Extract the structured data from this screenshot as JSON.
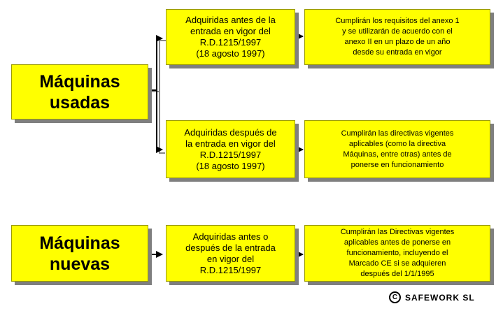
{
  "used": {
    "title": "Máquinas\nusadas",
    "before": "Adquiridas antes de la\nentrada en vigor del\nR.D.1215/1997\n(18 agosto 1997)",
    "before_result": "Cumplirán los requisitos del anexo 1\ny se utilizarán de acuerdo con el\nanexo II en un plazo de un año\ndesde su entrada en vigor",
    "after": "Adquiridas después de\nla entrada en vigor del\nR.D.1215/1997\n(18 agosto 1997)",
    "after_result": "Cumplirán las directivas vigentes\naplicables (como la directiva\nMáquinas, entre otras) antes de\nponerse en funcionamiento"
  },
  "new": {
    "title": "Máquinas\nnuevas",
    "acquired": "Adquiridas antes o\ndespués de la entrada\nen vigor del\nR.D.1215/1997",
    "result": "Cumplirán las Directivas vigentes\naplicables antes de ponerse en\nfuncionamiento, incluyendo el\nMarcado CE si se adquieren\ndespués del 1/1/1995"
  },
  "logo": {
    "symbol": "C",
    "text": "SAFEWORK SL"
  },
  "colors": {
    "box": "#ffff00",
    "shadow": "#7f7f7f",
    "line": "#000000"
  }
}
